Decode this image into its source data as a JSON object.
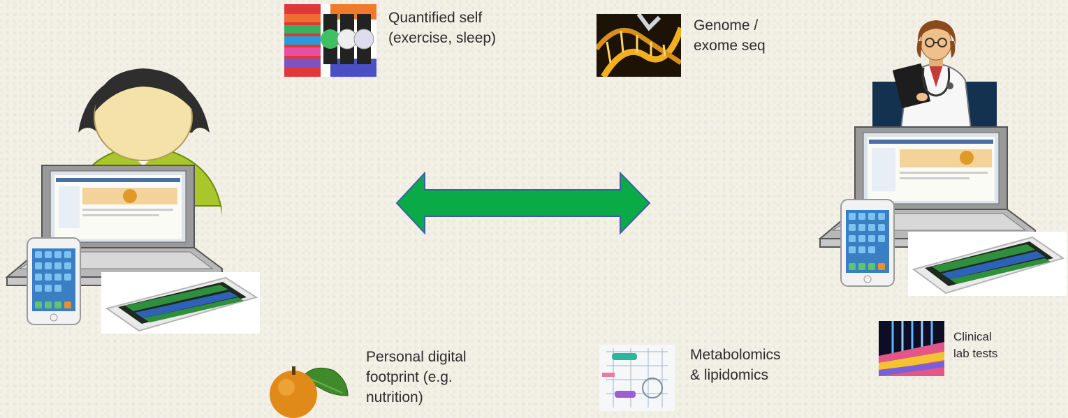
{
  "labels": {
    "quantified_self": "Quantified self\n(exercise, sleep)",
    "genome": "Genome /\nexome seq",
    "personal_digital": "Personal digital\nfootprint (e.g.\nnutrition)",
    "metabolomics": "Metabolomics\n& lipidomics",
    "clinical_lab": "Clinical\nlab tests"
  },
  "colors": {
    "arrow_fill": "#0aab47",
    "arrow_stroke": "#3a5fa8",
    "patient_shirt": "#9cbb1e",
    "doctor_panel": "#13324f"
  },
  "icons": {
    "patient": "person-icon",
    "doctor": "doctor-icon",
    "laptop": "laptop-icon",
    "phone": "smartphone-icon",
    "tablet": "tablet-icon",
    "fruit": "orange-icon",
    "dna": "dna-icon",
    "pathway": "metabolic-pathway-icon",
    "lab": "lab-test-icon",
    "wearable": "smartwatch-app-icon"
  }
}
